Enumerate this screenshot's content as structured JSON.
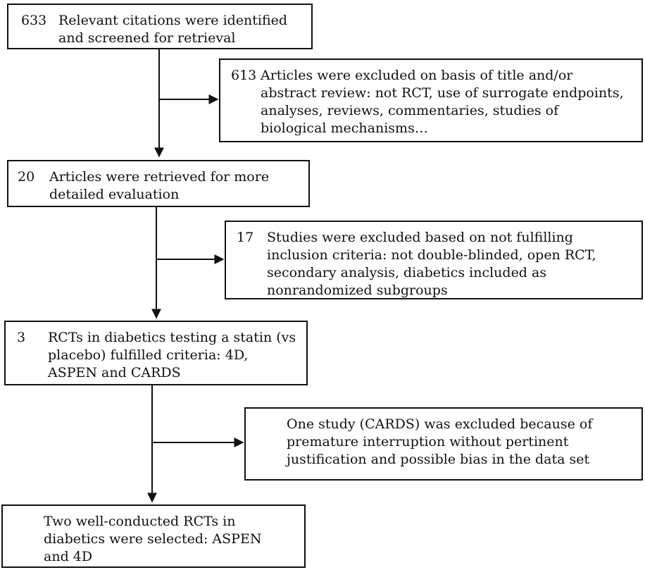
{
  "boxes": {
    "identified": {
      "num": "633",
      "text": "Relevant citations were identified and screened for retrieval"
    },
    "excluded_title": {
      "num": "613",
      "text": "Articles were excluded on basis of title and/or abstract review: not RCT, use of surrogate endpoints, analyses, reviews, commentaries, studies of biological mechanisms…"
    },
    "retrieved": {
      "num": "20",
      "text": "Articles were retrieved for more detailed evaluation"
    },
    "excluded_inclusion": {
      "num": "17",
      "text": "Studies were excluded based on not fulfilling inclusion criteria: not double-blinded, open RCT, secondary analysis, diabetics included as nonrandomized subgroups"
    },
    "fulfilled": {
      "num": "3",
      "text": "RCTs in diabetics testing a statin (vs placebo) fulfilled criteria: 4D, ASPEN and CARDS"
    },
    "excluded_cards": {
      "text": "One study (CARDS) was excluded because of premature interruption without pertinent justification and possible bias in the data set"
    },
    "selected": {
      "text": "Two well-conducted RCTs in diabetics were selected: ASPEN and 4D"
    }
  },
  "colors": {
    "stroke": "#111111",
    "background": "#ffffff"
  }
}
